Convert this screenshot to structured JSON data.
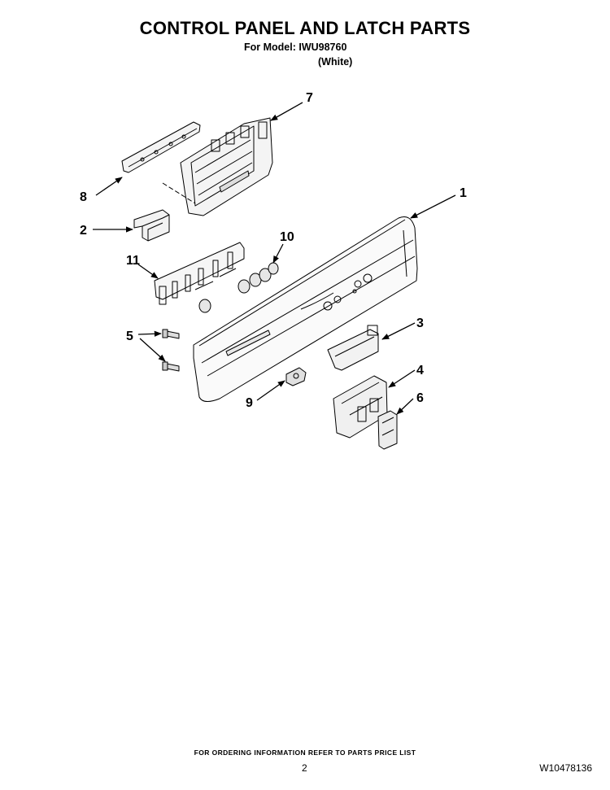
{
  "header": {
    "title": "CONTROL PANEL AND LATCH PARTS",
    "model_line": "For Model: IWU98760",
    "color_line": "(White)"
  },
  "callouts": {
    "c1": "1",
    "c2": "2",
    "c3": "3",
    "c4": "4",
    "c5": "5",
    "c6": "6",
    "c7": "7",
    "c8": "8",
    "c9": "9",
    "c10": "10",
    "c11": "11"
  },
  "footer": {
    "ordering_note": "FOR ORDERING INFORMATION REFER TO PARTS PRICE LIST",
    "page_number": "2",
    "document_number": "W10478136"
  }
}
